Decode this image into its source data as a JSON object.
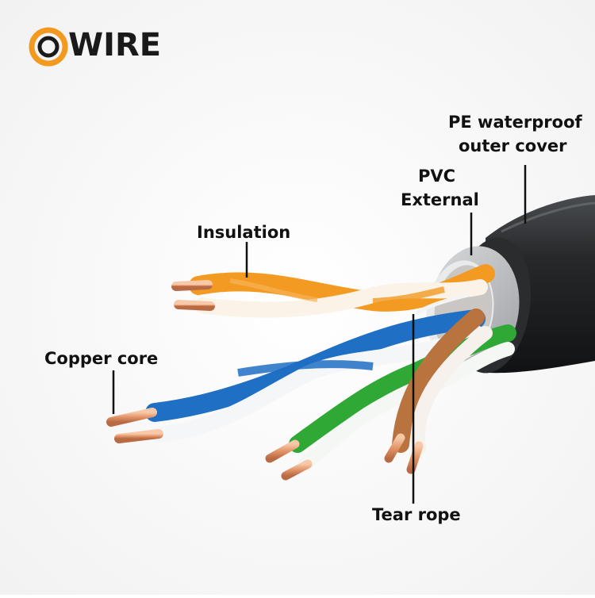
{
  "logo": {
    "text": "OWIRE",
    "text_after_ring": "WIRE",
    "ring_color": "#f29a1f",
    "text_color": "#1a1a1a"
  },
  "labels": {
    "pe_outer": [
      "PE waterproof",
      "outer cover"
    ],
    "pvc": [
      "PVC",
      "External"
    ],
    "insulation": "Insulation",
    "copper_core": "Copper core",
    "tear_rope": "Tear rope"
  },
  "colors": {
    "orange_pair": "#f39a22",
    "blue_pair": "#1f6fc4",
    "green_pair": "#2fa836",
    "brown_pair": "#b8733f",
    "copper": "#e9a27a",
    "pvc_jacket": "#b9bcbf",
    "pe_jacket": "#1d1f21"
  }
}
